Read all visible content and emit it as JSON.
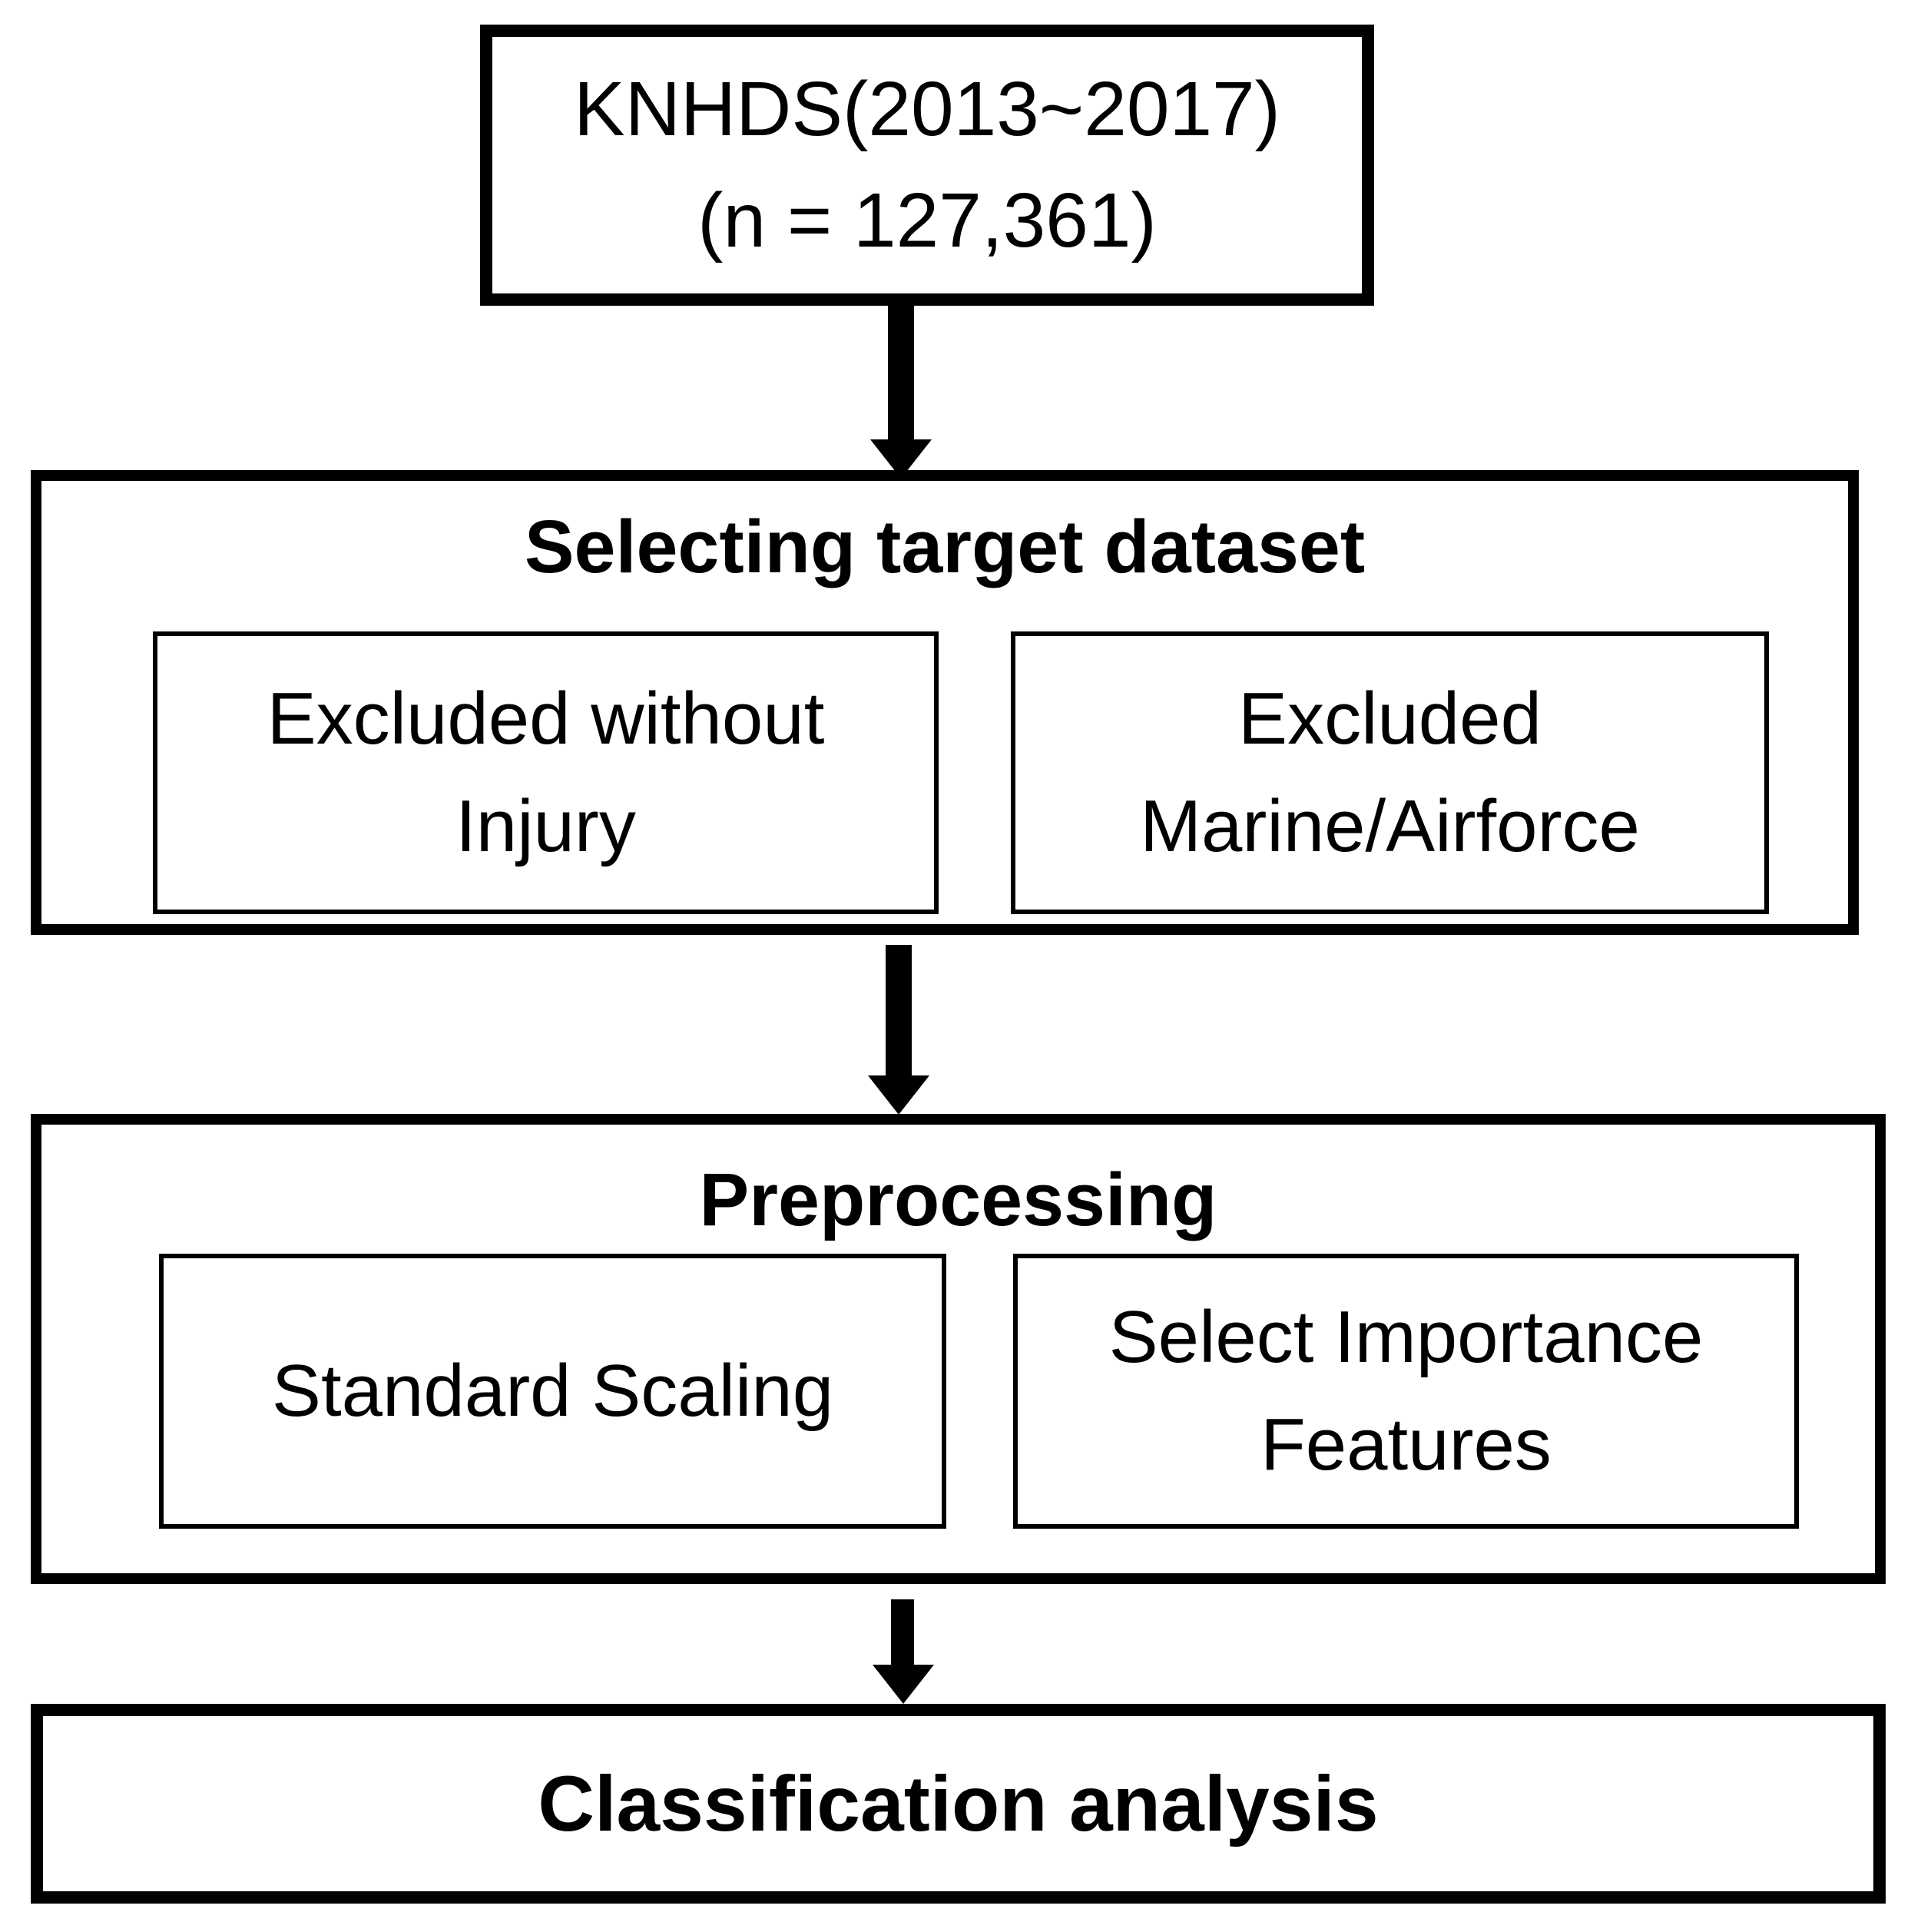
{
  "colors": {
    "border": "#000000",
    "background": "#ffffff",
    "text": "#000000"
  },
  "source_box": {
    "line1": "KNHDS(2013~2017)",
    "line2": "(n = 127,361)"
  },
  "stage_selecting": {
    "title": "Selecting target dataset",
    "items": [
      {
        "line1": "Excluded without",
        "line2": "Injury"
      },
      {
        "line1": "Excluded",
        "line2": "Marine/Airforce"
      }
    ]
  },
  "stage_preprocessing": {
    "title": "Preprocessing",
    "items": [
      {
        "line1": "Standard Scaling",
        "line2": ""
      },
      {
        "line1": "Select Importance",
        "line2": "Features"
      }
    ]
  },
  "final_box": {
    "title": "Classification analysis"
  }
}
